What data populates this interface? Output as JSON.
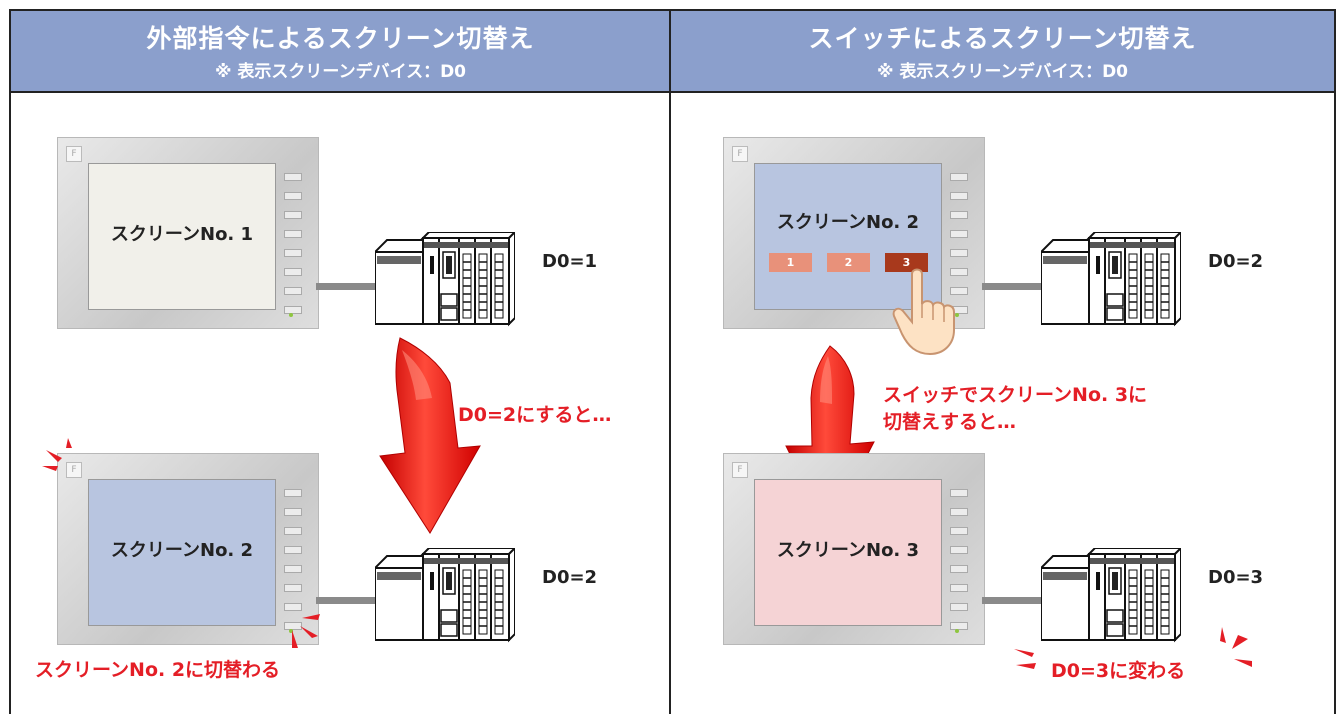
{
  "left": {
    "title": "外部指令によるスクリーン切替え",
    "subtitle": "※ 表示スクリーンデバイス：D0",
    "top_screen": {
      "label": "スクリーンNo. 1",
      "color": "#f1f0ea"
    },
    "top_device": "D0=1",
    "arrow_text": "D0=2にすると…",
    "bottom_screen": {
      "label": "スクリーンNo. 2",
      "color": "#b8c5e0"
    },
    "bottom_device": "D0=2",
    "result_text": "スクリーンNo. 2に切替わる"
  },
  "right": {
    "title": "スイッチによるスクリーン切替え",
    "subtitle": "※ 表示スクリーンデバイス：D0",
    "top_screen": {
      "label": "スクリーンNo. 2",
      "color": "#b8c5e0"
    },
    "switches": [
      "1",
      "2",
      "3"
    ],
    "switch_colors": {
      "normal": "#e8917a",
      "pressed": "#a8391c"
    },
    "top_device": "D0=2",
    "arrow_text_line1": "スイッチでスクリーンNo. 3に",
    "arrow_text_line2": "切替えすると…",
    "bottom_screen": {
      "label": "スクリーンNo. 3",
      "color": "#f5d3d5"
    },
    "bottom_device": "D0=3",
    "result_text": "D0=3に変わる"
  },
  "colors": {
    "header": "#8b9fcc",
    "accent_red": "#e41e26"
  }
}
